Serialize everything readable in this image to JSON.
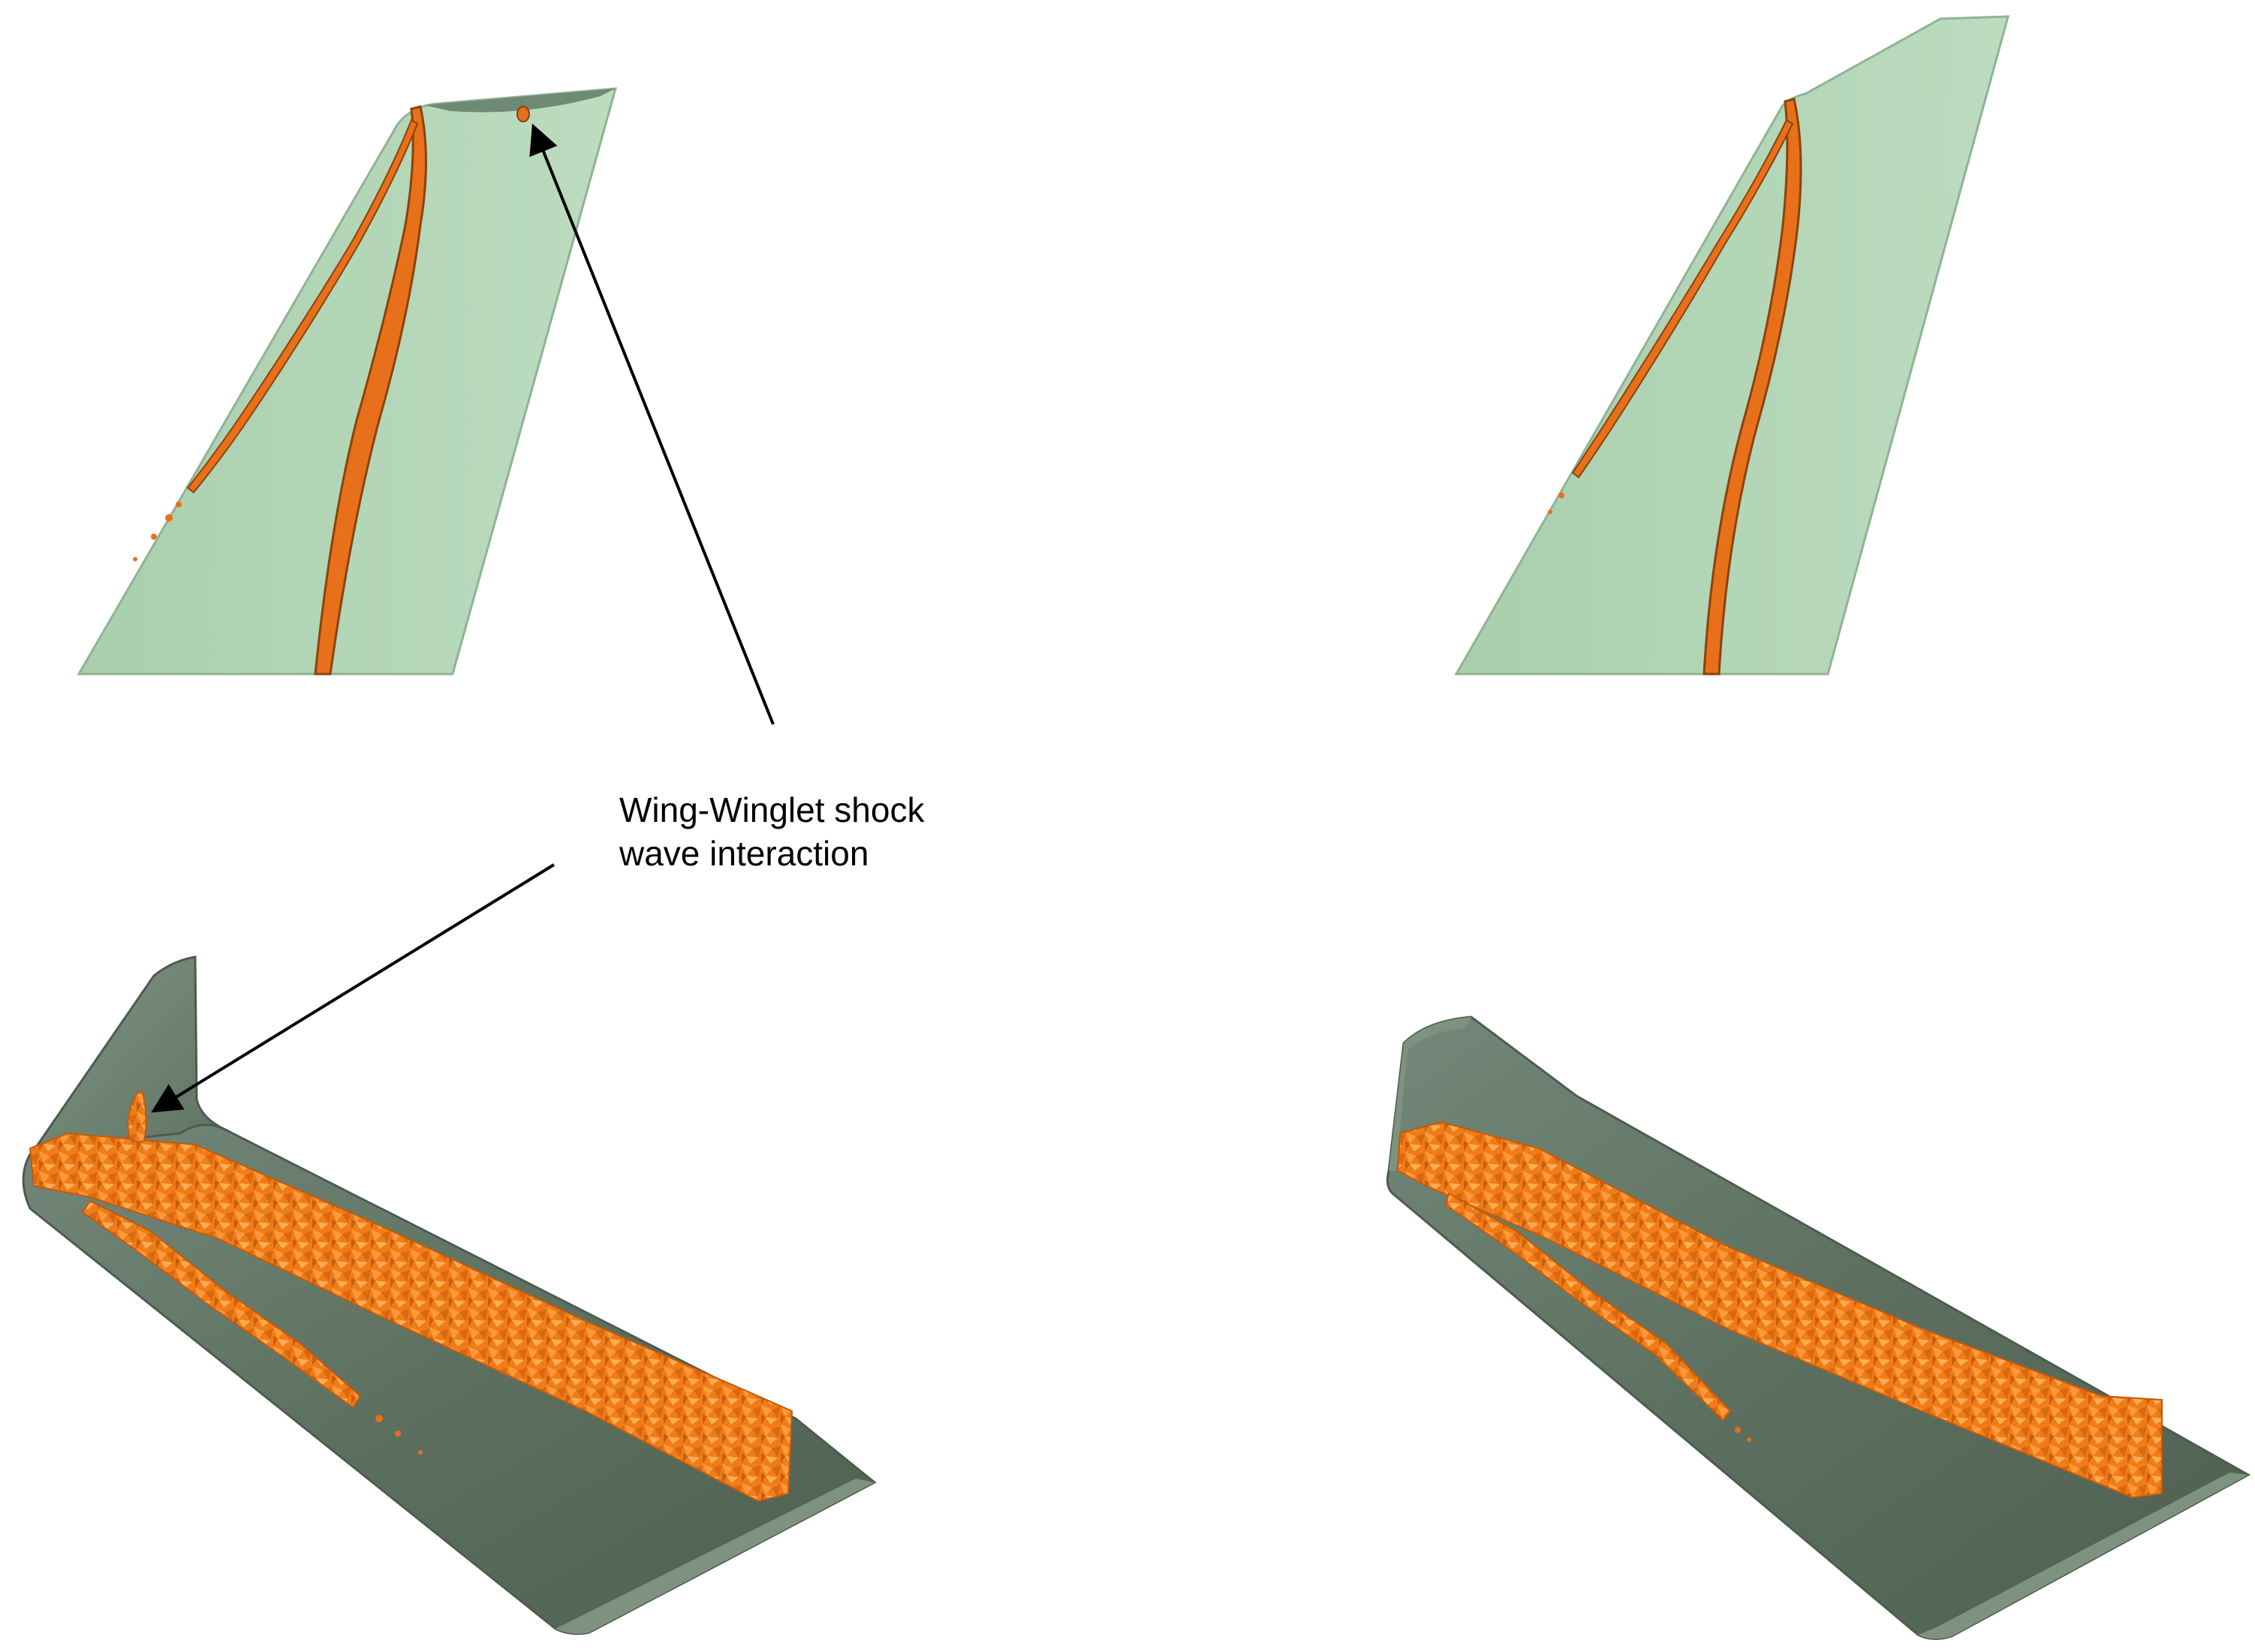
{
  "annotation": {
    "line1": "Wing-Winglet shock",
    "line2": "wave interaction"
  },
  "panels": [
    {
      "id": "top-left",
      "view": "top",
      "geometry": "wing with winglet"
    },
    {
      "id": "top-right",
      "view": "top",
      "geometry": "wing without winglet"
    },
    {
      "id": "bottom-left",
      "view": "oblique",
      "geometry": "wing with winglet"
    },
    {
      "id": "bottom-right",
      "view": "oblique",
      "geometry": "wing without winglet"
    }
  ],
  "colors": {
    "surface_light": "#b3d6b6",
    "surface_dark": "#5c6e5c",
    "shock": "#f07c18",
    "shock_dark": "#9a4a0c",
    "arrow": "#000000",
    "background": "#ffffff"
  }
}
